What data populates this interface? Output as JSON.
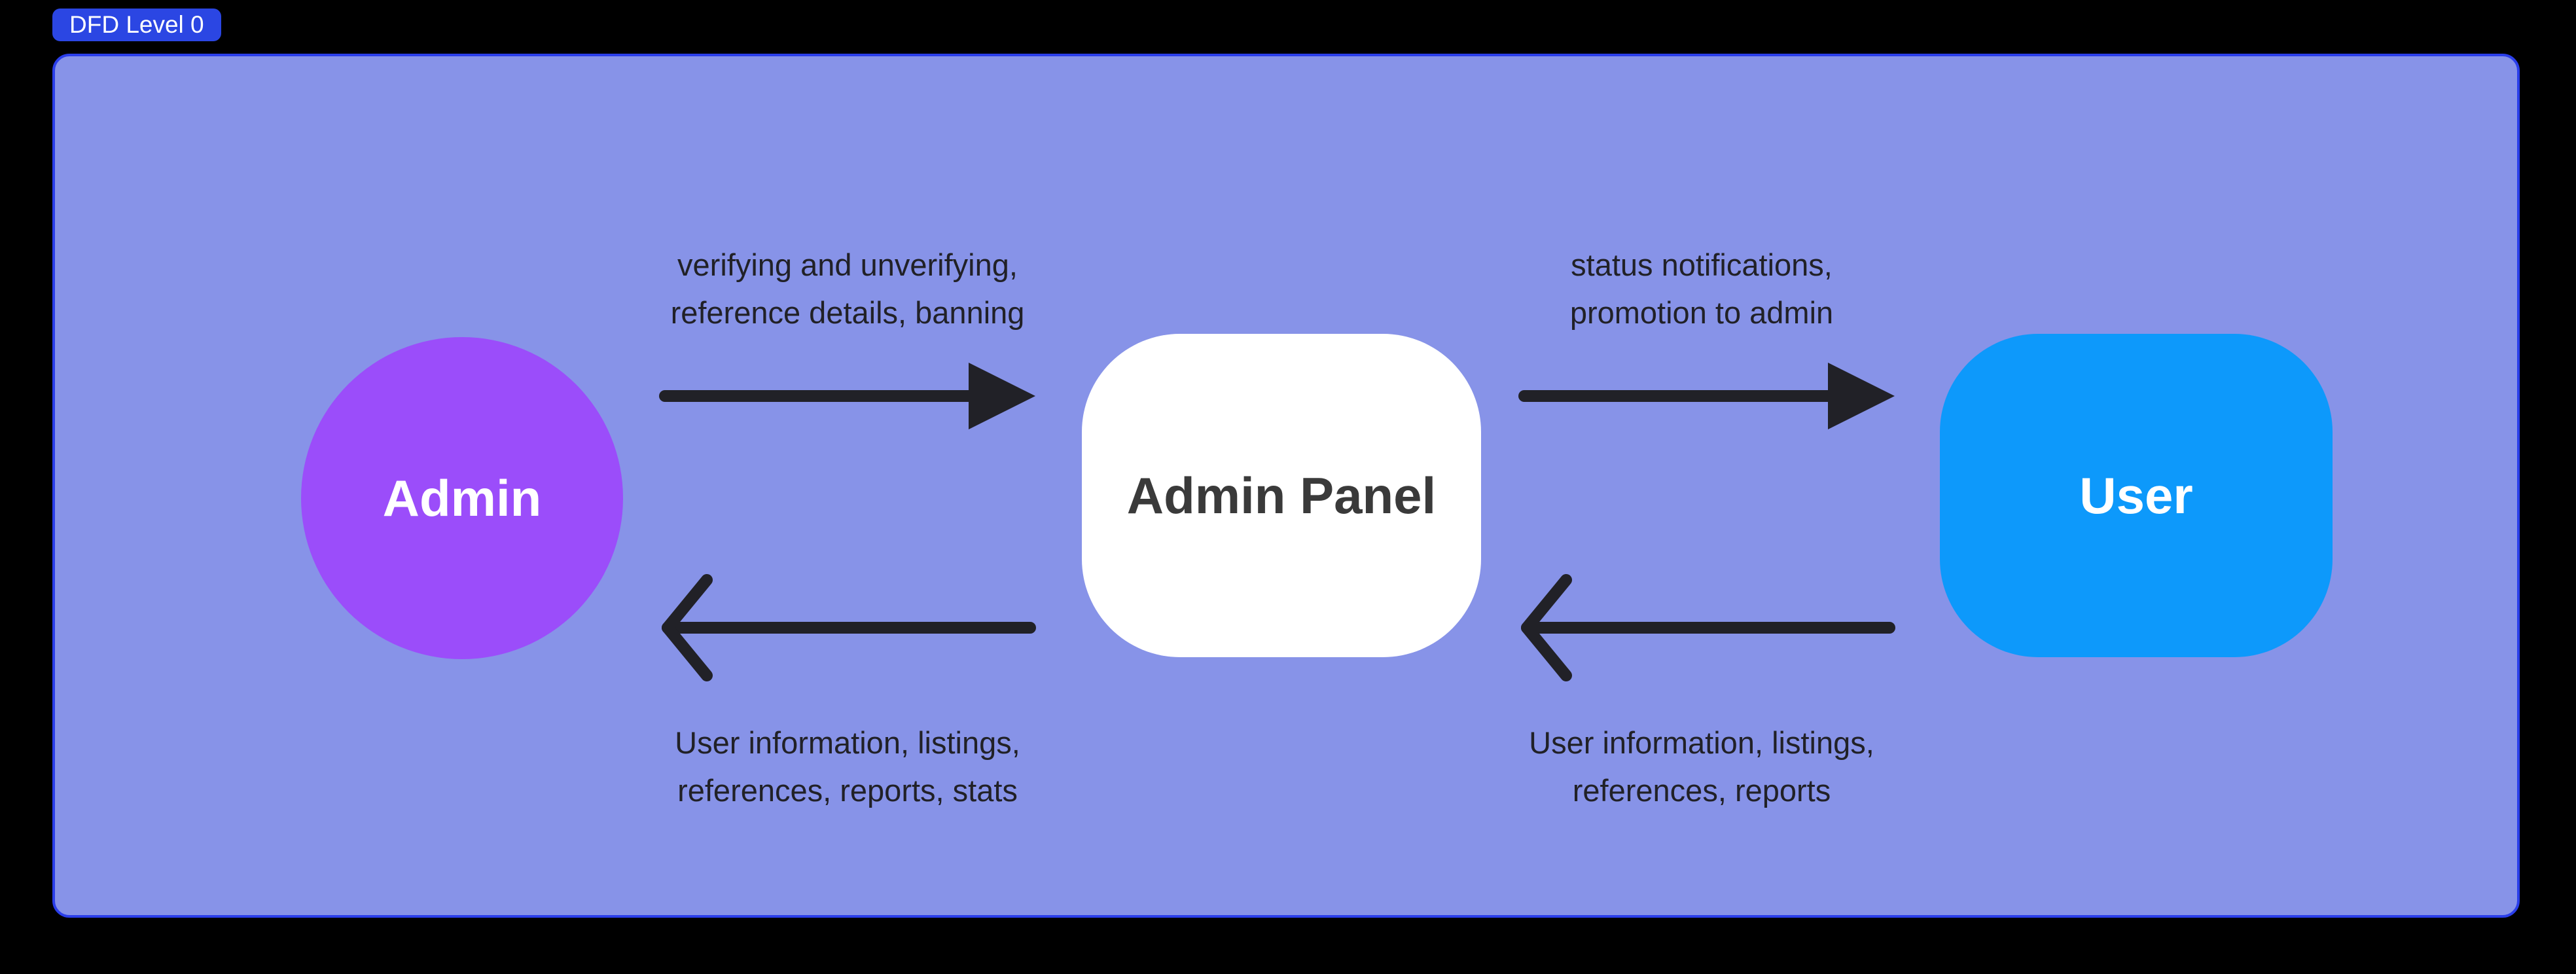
{
  "badge": {
    "label": "DFD Level 0"
  },
  "diagram": {
    "title": "DFD Level 0",
    "nodes": {
      "admin": {
        "label": "Admin",
        "shape": "circle",
        "color": "#9b4dfa"
      },
      "admin_panel": {
        "label": "Admin Panel",
        "shape": "rounded-square",
        "color": "#ffffff"
      },
      "user": {
        "label": "User",
        "shape": "rounded-square",
        "color": "#0d99fb"
      }
    },
    "flows": {
      "admin_to_panel": {
        "from": "Admin",
        "to": "Admin Panel",
        "direction": "right",
        "line1": "verifying and unverifying,",
        "line2": "reference details, banning"
      },
      "panel_to_admin": {
        "from": "Admin Panel",
        "to": "Admin",
        "direction": "left",
        "line1": "User information, listings,",
        "line2": "references, reports, stats"
      },
      "panel_to_user": {
        "from": "Admin Panel",
        "to": "User",
        "direction": "right",
        "line1": "status notifications,",
        "line2": "promotion to admin"
      },
      "user_to_panel": {
        "from": "User",
        "to": "Admin Panel",
        "direction": "left",
        "line1": "User information, listings,",
        "line2": "references, reports"
      }
    },
    "colors": {
      "page_background": "#000000",
      "canvas_fill": "#8793e8",
      "canvas_border": "#2a3eea",
      "badge_bg": "#2b46e3",
      "badge_text": "#ffffff",
      "admin_node": "#9b4dfa",
      "user_node": "#0d99fb",
      "panel_node": "#ffffff",
      "panel_node_text": "#3a3a3a",
      "arrow_and_label": "#212127"
    }
  }
}
